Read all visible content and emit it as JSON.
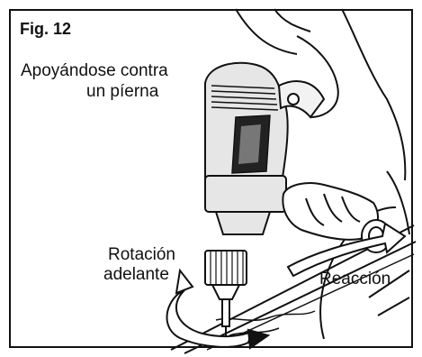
{
  "figure": {
    "number_label": "Fig. 12",
    "caption_line1": "Apoyándose contra",
    "caption_line2": "un píerna",
    "rotation_line1": "Rotación",
    "rotation_line2": "adelante",
    "reaction_label": "Reacción"
  }
}
